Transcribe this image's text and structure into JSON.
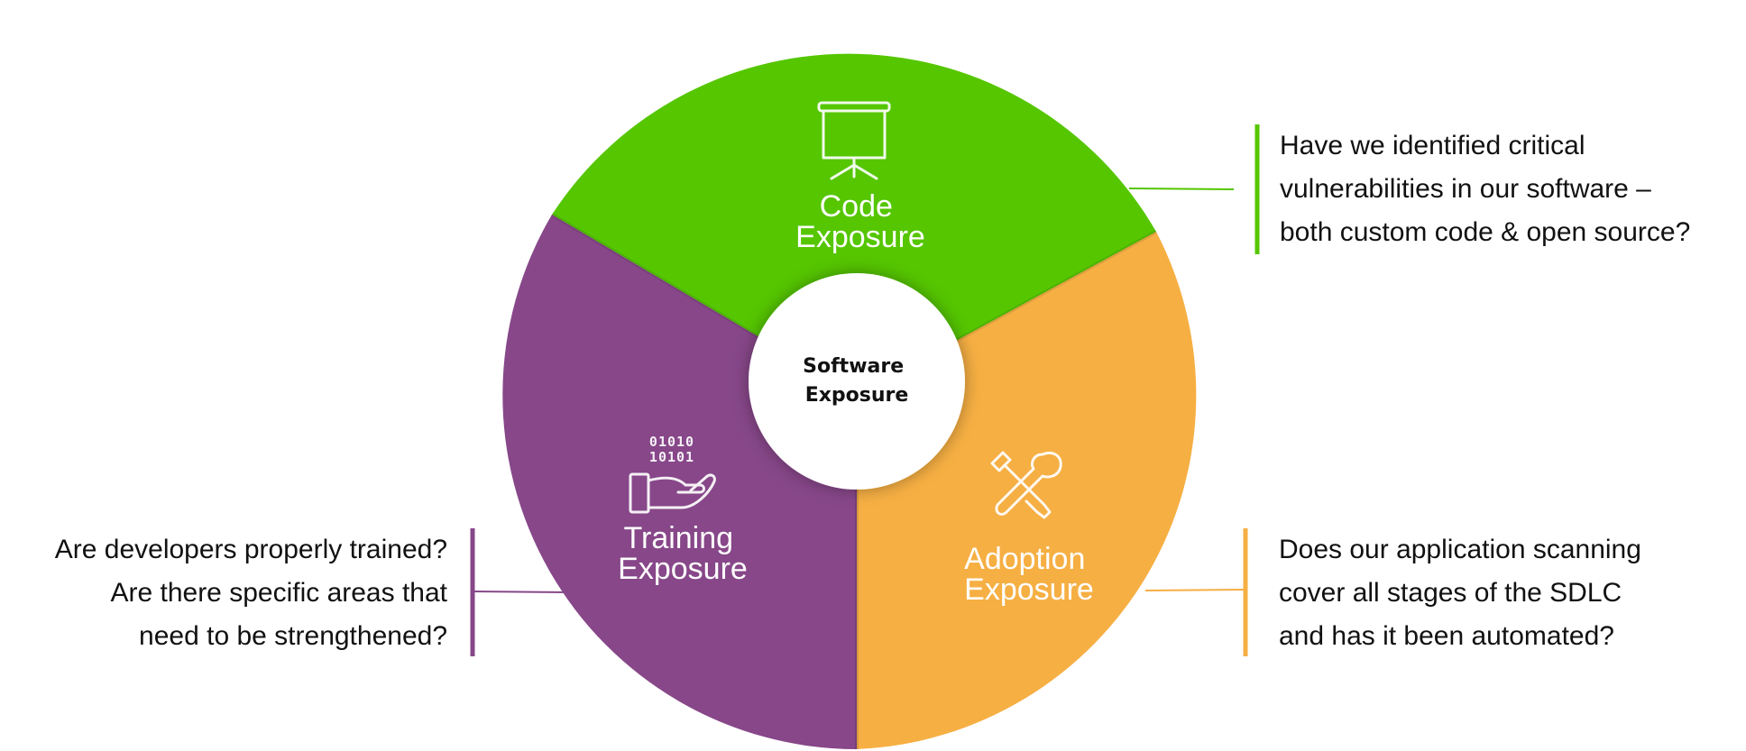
{
  "diagram": {
    "center_label": [
      "Software",
      "Exposure"
    ],
    "segments": [
      {
        "id": "code",
        "label": [
          "Code",
          "Exposure"
        ],
        "color": "#55c600",
        "icon": "projector-screen-icon",
        "question": [
          "Have we identified critical",
          "vulnerabilities in our software –",
          "both custom code & open source?"
        ]
      },
      {
        "id": "adoption",
        "label": [
          "Adoption",
          "Exposure"
        ],
        "color": "#f6af43",
        "icon": "wrench-screwdriver-icon",
        "question": [
          "Does our application scanning",
          "cover all stages of the SDLC",
          "and has it been automated?"
        ]
      },
      {
        "id": "training",
        "label": [
          "Training",
          "Exposure"
        ],
        "color": "#874789",
        "icon": "binary-hand-icon",
        "question": [
          "Are developers properly trained?",
          "Are there specific areas that",
          "need to be strengthened?"
        ]
      }
    ],
    "binary_icon_text": [
      "01010",
      "10101"
    ]
  }
}
